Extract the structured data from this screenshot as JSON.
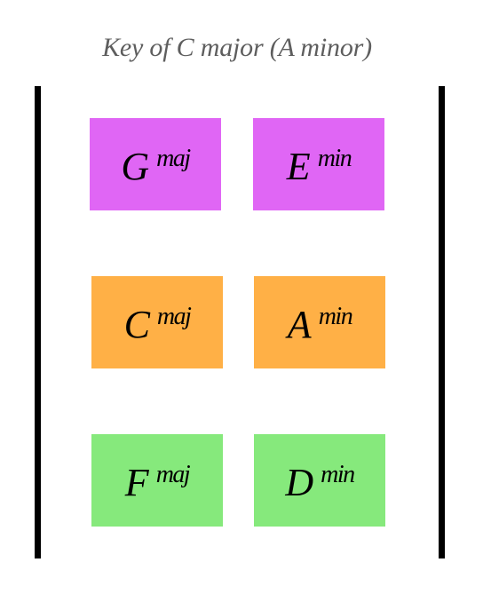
{
  "title": "Key of C major (A minor)",
  "colors": {
    "dominant_row": "#e066f5",
    "tonic_row": "#ffb046",
    "subdominant_row": "#86e97c",
    "bars": "#000000",
    "title_text": "#5e5e5e"
  },
  "chords": [
    {
      "root": "G",
      "quality": "maj",
      "color": "#e066f5"
    },
    {
      "root": "E",
      "quality": "min",
      "color": "#e066f5"
    },
    {
      "root": "C",
      "quality": "maj",
      "color": "#ffb046"
    },
    {
      "root": "A",
      "quality": "min",
      "color": "#ffb046"
    },
    {
      "root": "F",
      "quality": "maj",
      "color": "#86e97c"
    },
    {
      "root": "D",
      "quality": "min",
      "color": "#86e97c"
    }
  ]
}
